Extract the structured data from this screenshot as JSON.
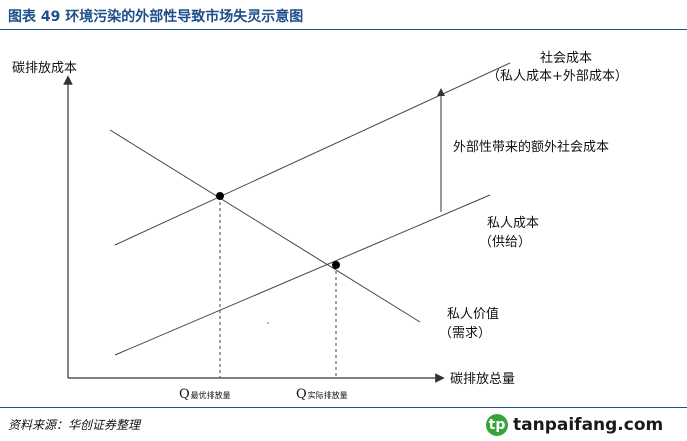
{
  "figure": {
    "title": "图表 49   环境污染的外部性导致市场失灵示意图"
  },
  "diagram": {
    "y_axis_label": "碳排放成本",
    "x_axis_label": "碳排放总量",
    "social_cost_label": "社会成本",
    "social_cost_sublabel": "（私人成本+外部成本）",
    "external_cost_label": "外部性带来的额外社会成本",
    "private_cost_label": "私人成本",
    "private_cost_sublabel": "（供给）",
    "private_value_label": "私人价值",
    "private_value_sublabel": "（需求）",
    "q_optimal_main": "Q",
    "q_optimal_sub": "最优排放量",
    "q_actual_main": "Q",
    "q_actual_sub": "实际排放量"
  },
  "footer": {
    "source": "资料来源：华创证券整理",
    "brand_logo": "tp",
    "brand_name": "tanpaifang.com"
  },
  "colors": {
    "title_blue": "#1f4e8c",
    "line": "#333333",
    "brand_green": "#3aa23a"
  }
}
